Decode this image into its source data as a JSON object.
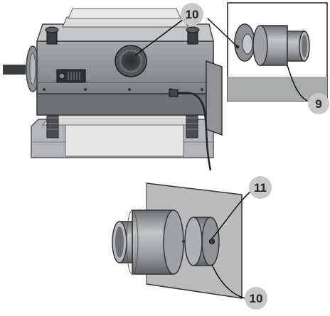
{
  "callouts": {
    "top_port": "10",
    "top_inset_adapter": "9",
    "bottom_fitting": "11",
    "bottom_port": "10"
  },
  "colors": {
    "badge": "#c8c8c8",
    "metal_dark": "#5a5d5e",
    "metal_mid": "#8f9395",
    "metal_light": "#bfc2c3",
    "wall": "#b9bbbc"
  }
}
